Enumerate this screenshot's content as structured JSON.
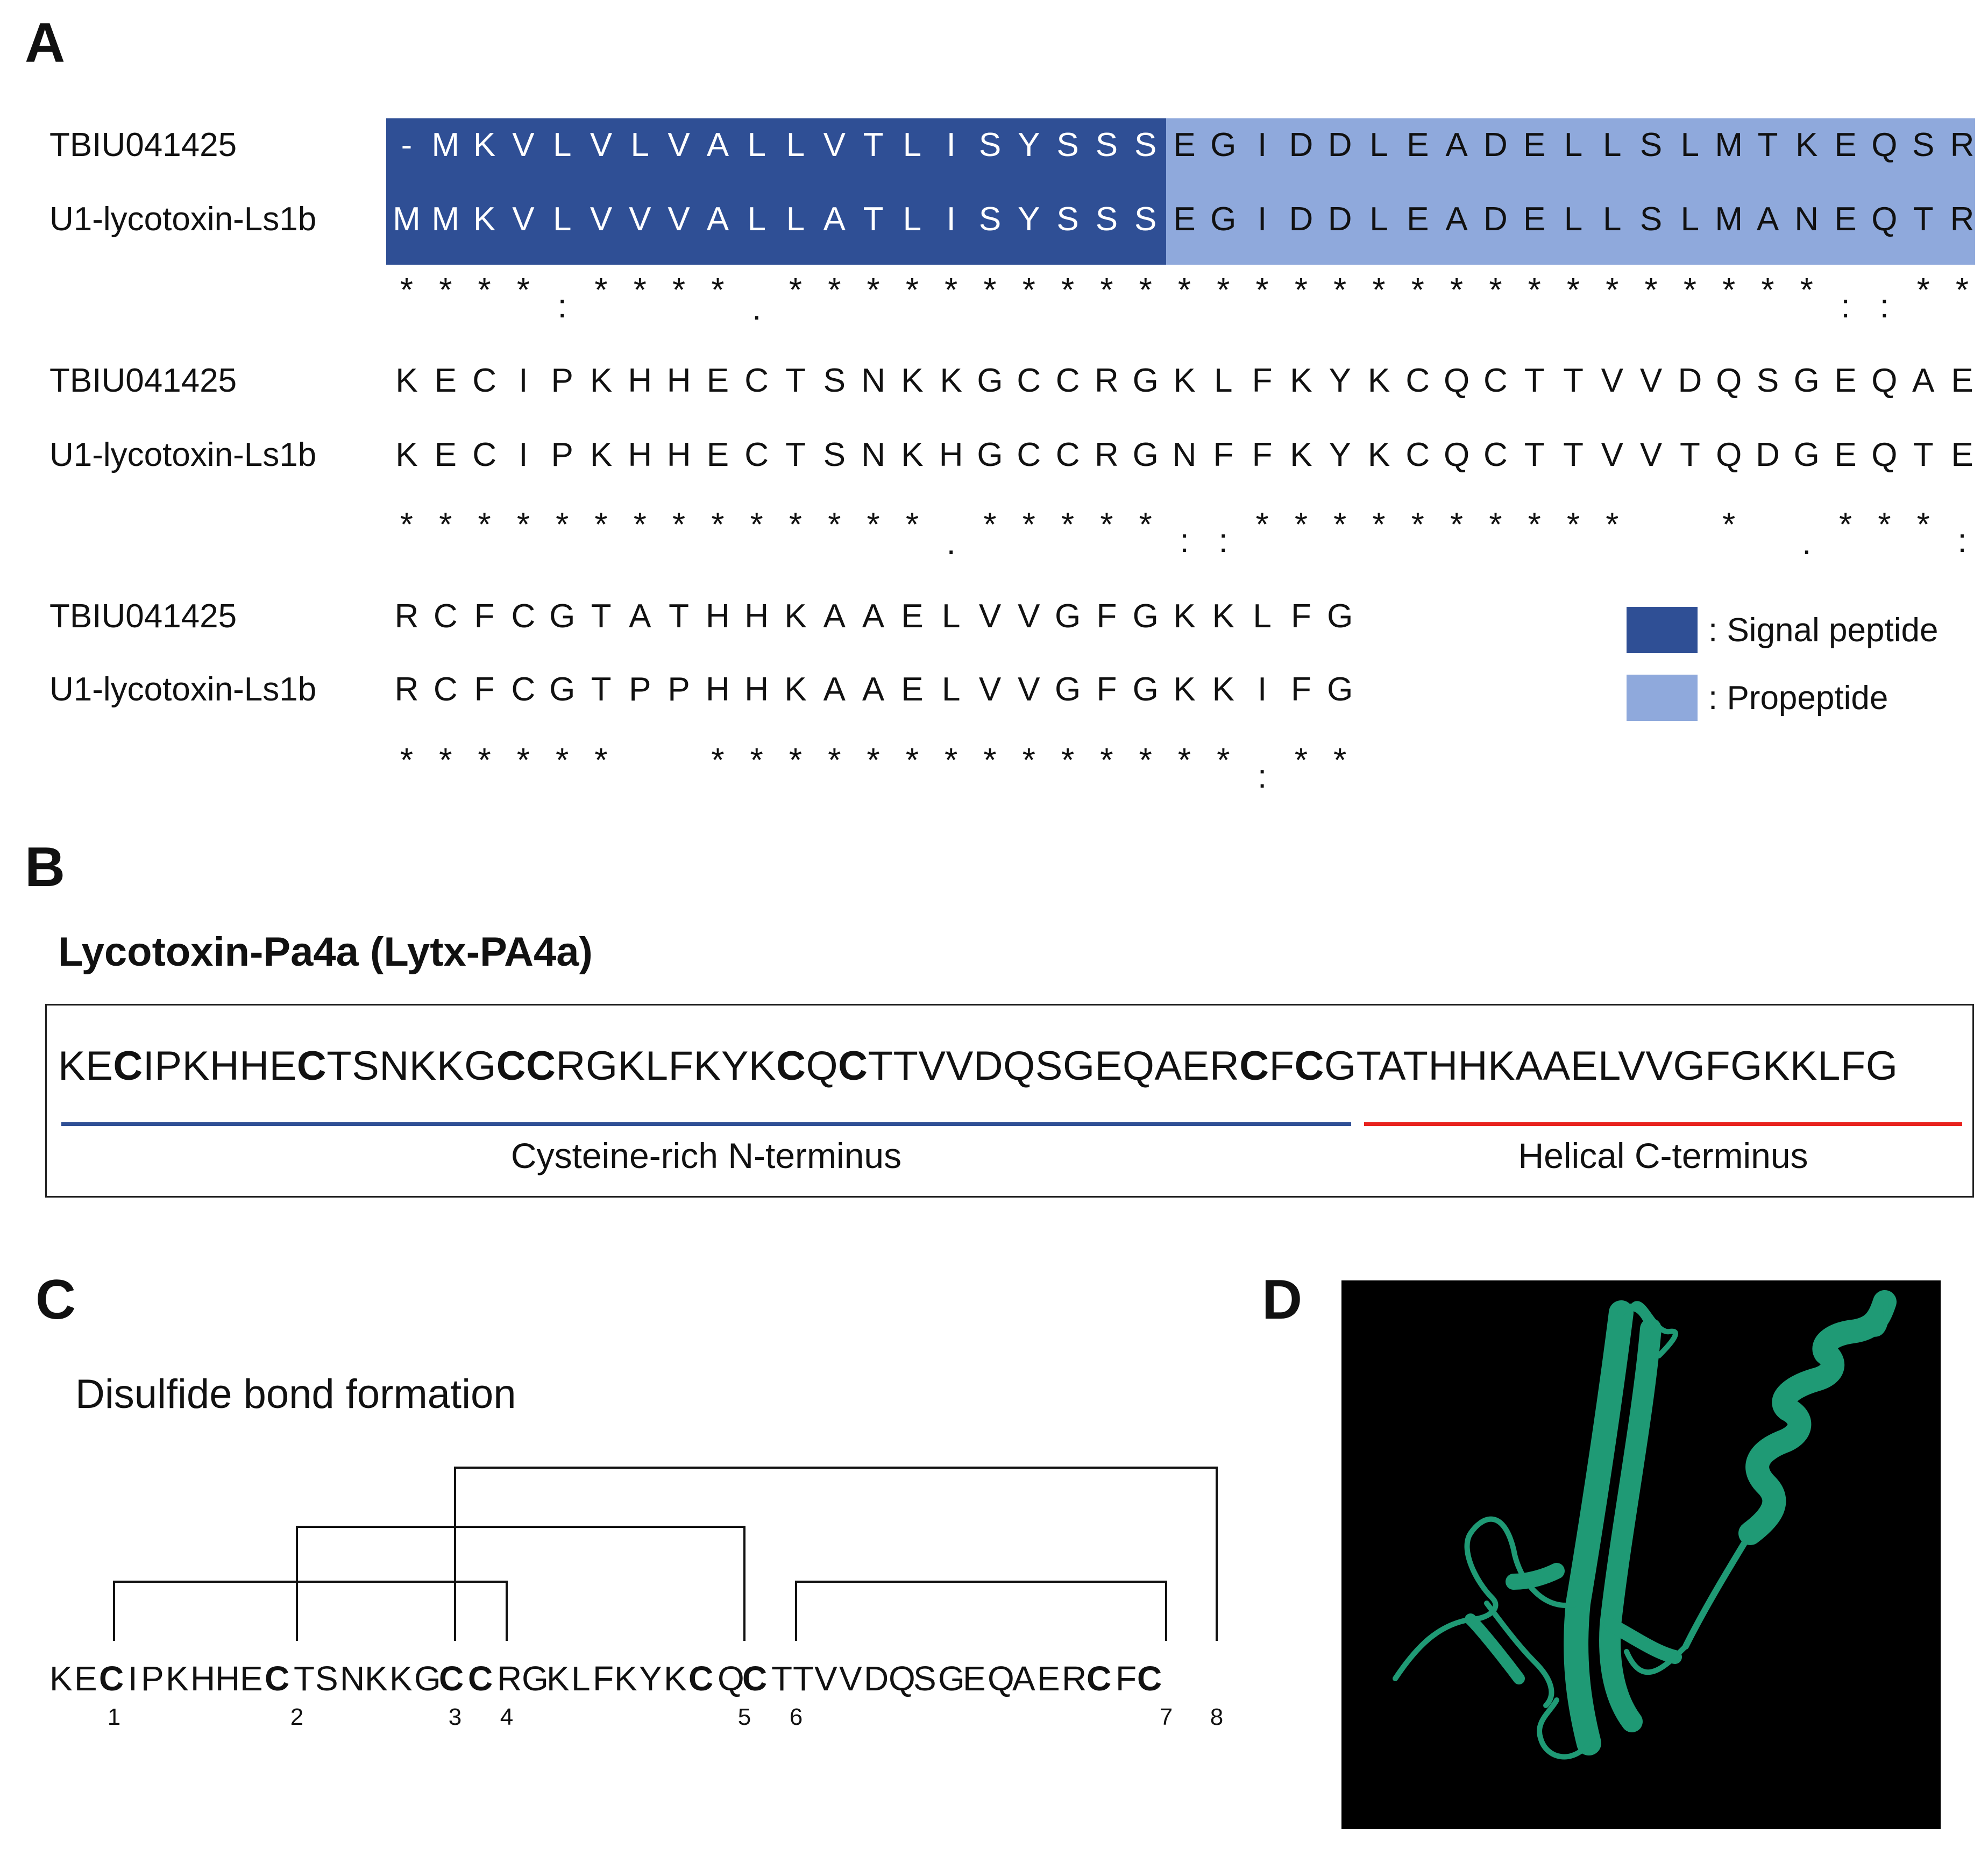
{
  "panels": {
    "a": "A",
    "b": "B",
    "c": "C",
    "d": "D"
  },
  "colors": {
    "signal": "#2f4f95",
    "propeptide": "#8fa9dc",
    "n_term_line": "#2f4f95",
    "c_term_line": "#e8221e",
    "helix": "#1f9a75"
  },
  "panel_a": {
    "blocks": [
      {
        "rows": [
          {
            "name": "TBIU041425",
            "seq": "-MKVLVLVALLVTLISYSSSEGIDDLEADELLSLMTKEQSR"
          },
          {
            "name": "U1-lycotoxin-Ls1b",
            "seq": "MMKVLVVVALLATLISYSSSEGIDDLEADELLSLMANEQTR"
          }
        ],
        "cons": " ****:****.***************************::**:*"
      },
      {
        "rows": [
          {
            "name": "TBIU041425",
            "seq": "KECIPKHHECTSNKKGCCRGKLFKYKCQCTTVVDQSGEQAE"
          },
          {
            "name": "U1-lycotoxin-Ls1b",
            "seq": "KECIPKHHECTSNKHGCCRGNFFKYKCQCTTVVTQDGEQTE"
          }
        ],
        "cons": "**************.*****::**********  * .***:*"
      },
      {
        "rows": [
          {
            "name": "TBIU041425",
            "seq": "RCFCGTATHHKAAELVVGFGKKLFG"
          },
          {
            "name": "U1-lycotoxin-Ls1b",
            "seq": "RCFCGTPPHHKAAELVVGFGKKIFG"
          }
        ],
        "cons": "******  **************:**"
      }
    ],
    "legend": [
      {
        "label": ": Signal peptide"
      },
      {
        "label": ": Propeptide"
      }
    ]
  },
  "panel_b": {
    "title": "Lycotoxin-Pa4a (Lytx-PA4a)",
    "sequence": "KECIPKHHECTSNKKGCCRGKLFKYKCQCTTVVDQSGEQAERCFCGTATHHKAAELVVGFGKKLFG",
    "n_term_label": "Cysteine-rich N-terminus",
    "c_term_label": "Helical C-terminus"
  },
  "panel_c": {
    "title": "Disulfide bond formation",
    "sequence": "KECIPKHHECTSNKKGCCRGKLFKYKCQCTTVVDQSGEQAERCFC",
    "cys_numbers": [
      "1",
      "2",
      "3",
      "4",
      "5",
      "6",
      "7",
      "8"
    ],
    "bonds": [
      [
        1,
        4
      ],
      [
        2,
        5
      ],
      [
        3,
        8
      ],
      [
        6,
        7
      ]
    ]
  }
}
